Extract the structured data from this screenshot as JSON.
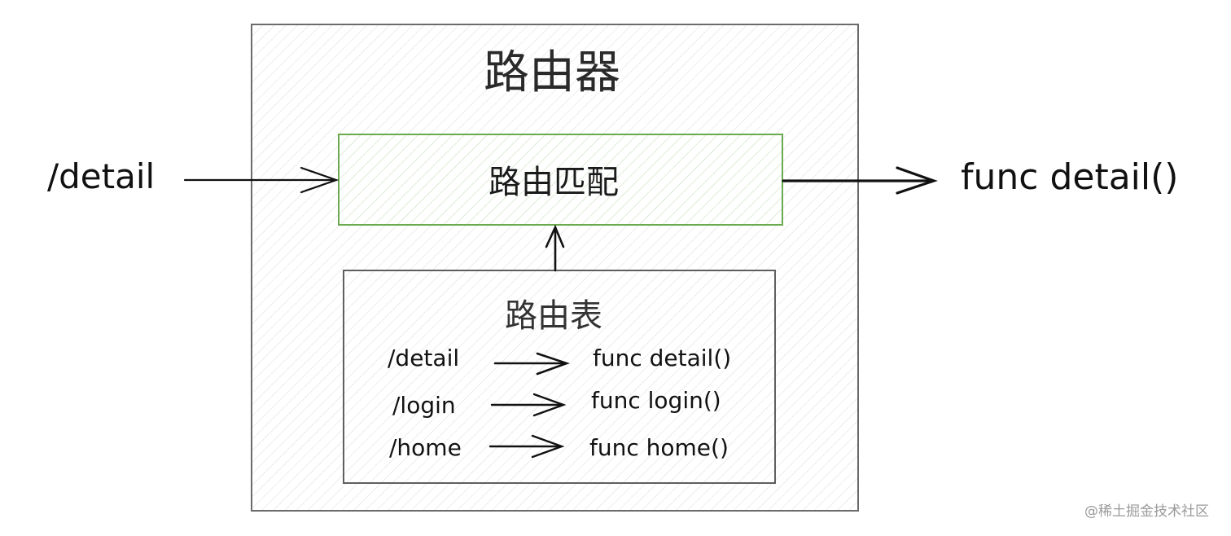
{
  "diagram": {
    "router": {
      "title": "路由器"
    },
    "matcher": {
      "title": "路由匹配"
    },
    "input": {
      "label": "/detail"
    },
    "output": {
      "label": "func detail()"
    },
    "route_table": {
      "title": "路由表",
      "rows": [
        {
          "path": "/detail",
          "func": "func detail()"
        },
        {
          "path": "/login",
          "func": "func login()"
        },
        {
          "path": "/home",
          "func": "func home()"
        }
      ]
    }
  },
  "watermark": "@稀土掘金技术社区",
  "colors": {
    "router_border": "#6b6b6b",
    "matcher_border": "#6aaa4f",
    "table_border": "#5f5f5f",
    "hatch": "#d9d9d9",
    "matcher_hatch": "#cde3c1",
    "text": "#1e1e1e"
  }
}
